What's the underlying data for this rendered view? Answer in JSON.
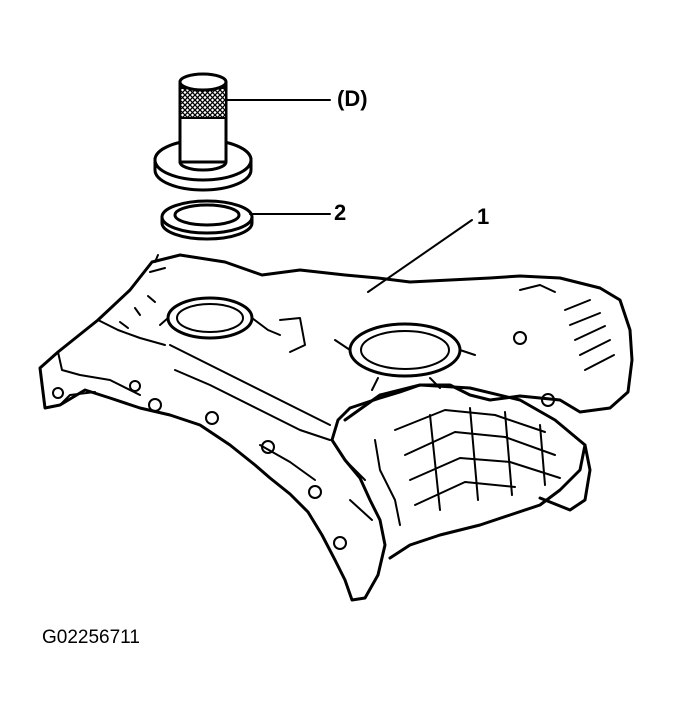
{
  "callouts": {
    "tool": "(D)",
    "seal": "2",
    "cover": "1"
  },
  "figure_id": "G02256711",
  "colors": {
    "ink": "#000000",
    "background": "#ffffff"
  }
}
